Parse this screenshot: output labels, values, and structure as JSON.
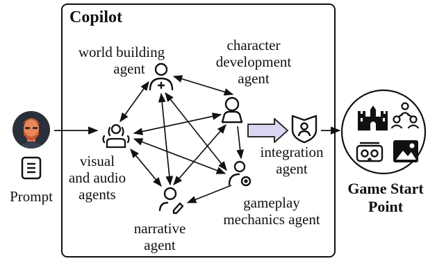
{
  "copilot": {
    "title": "Copilot"
  },
  "prompt": {
    "label": "Prompt"
  },
  "agents": {
    "world_building": {
      "line1": "world building",
      "line2": "agent"
    },
    "character": {
      "line1": "character",
      "line2": "development",
      "line3": "agent"
    },
    "visual_audio": {
      "line1": "visual",
      "line2": "and audio",
      "line3": "agents"
    },
    "gameplay": {
      "line1": "gameplay",
      "line2": "mechanics agent"
    },
    "narrative": {
      "line1": "narrative",
      "line2": "agent"
    },
    "integration": {
      "line1": "integration",
      "line2": "agent"
    }
  },
  "output": {
    "line1": "Game Start",
    "line2": "Point"
  },
  "icons": {
    "avatar": "user-avatar-icon",
    "prompt_doc": "document-icon",
    "world_building": "person-plus-icon",
    "character": "person-icon",
    "visual_audio": "group-icon",
    "gameplay": "person-gear-icon",
    "narrative": "person-pen-icon",
    "integration": "shield-user-icon",
    "castle": "castle-icon",
    "network": "people-network-icon",
    "vr": "vr-headset-icon",
    "image": "image-icon"
  },
  "colors": {
    "integration_arrow_fill": "#dcd6f2",
    "integration_arrow_stroke": "#2b2b2b",
    "avatar_bg": "#2a2f3a",
    "avatar_face": "#e8875a"
  }
}
